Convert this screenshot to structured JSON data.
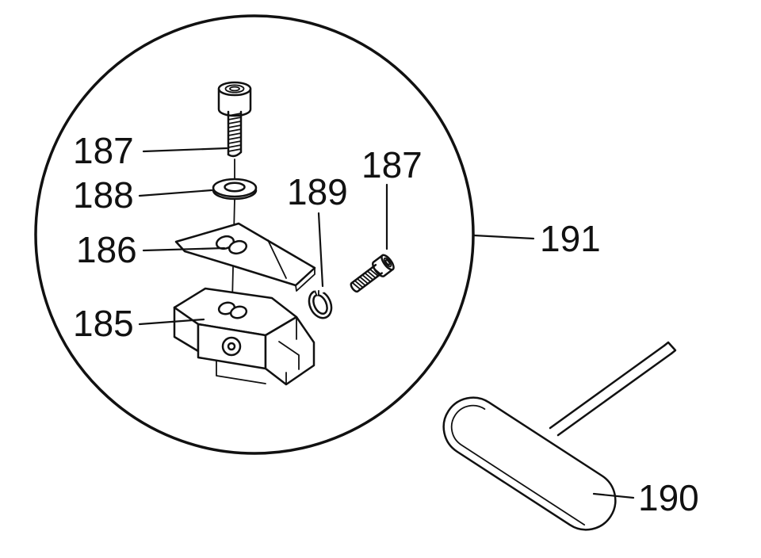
{
  "diagram": {
    "colors": {
      "line": "#111111",
      "background": "#ffffff"
    },
    "labels": {
      "bolt_top": "187",
      "flat_washer": "188",
      "clamp_plate": "186",
      "clamp_body": "185",
      "spring_washer": "189",
      "bolt_right": "187",
      "assembly": "191",
      "hex_wrench": "190"
    }
  }
}
